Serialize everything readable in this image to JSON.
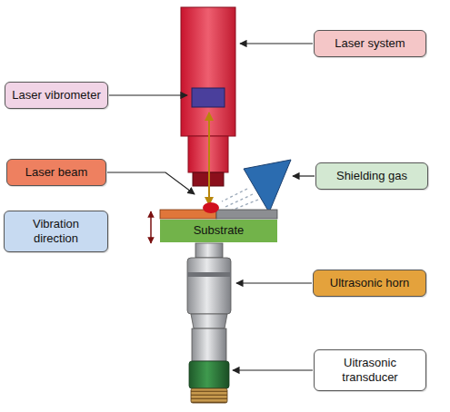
{
  "diagram": {
    "nodes": [
      {
        "text": [
          "Laser system"
        ]
      },
      {
        "text": [
          "Laser vibrometer"
        ]
      },
      {
        "text": [
          "Laser beam"
        ]
      },
      {
        "text": [
          "Shielding gas"
        ]
      },
      {
        "text": [
          "Vibration direction"
        ]
      },
      {
        "text": [
          "Substrate"
        ]
      },
      {
        "text": [
          "Ultrasonic horn"
        ]
      },
      {
        "text": [
          "Uitrasonic transducer"
        ]
      }
    ]
  }
}
